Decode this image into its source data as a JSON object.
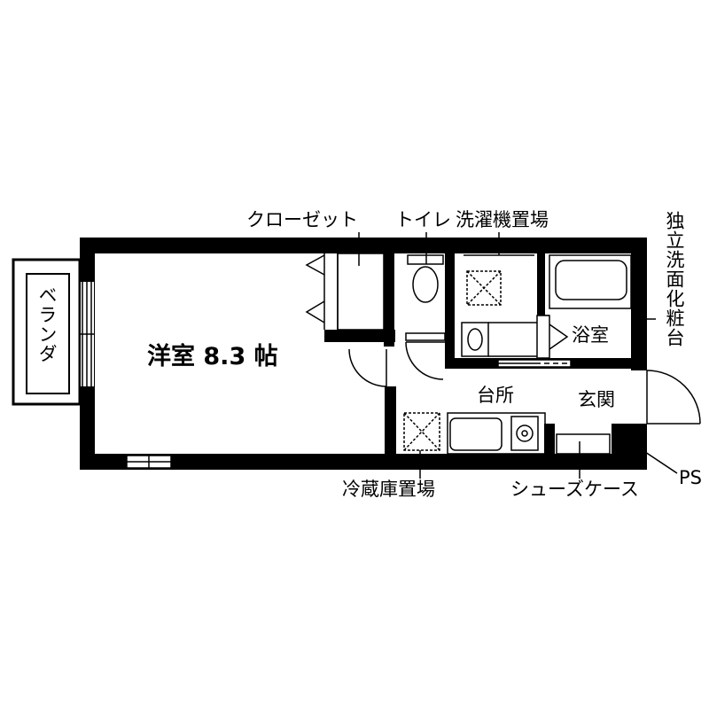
{
  "floorplan": {
    "rooms": {
      "western_room": "洋室 8.3 帖",
      "kitchen": "台所",
      "entrance": "玄関",
      "bathroom": "浴室",
      "veranda": "ベランダ"
    },
    "callouts": {
      "closet": "クローゼット",
      "toilet": "トイレ",
      "washer": "洗濯機置場",
      "vanity": "独立洗面化粧台",
      "fridge": "冷蔵庫置場",
      "shoe_case": "シューズケース",
      "pipe_space": "PS"
    }
  }
}
